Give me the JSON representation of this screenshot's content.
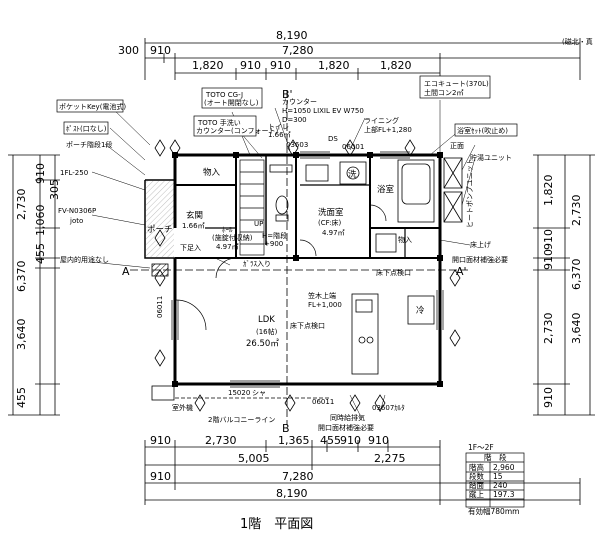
{
  "top_dims": {
    "overall": "8,190",
    "row2": [
      "300",
      "910",
      "7,280"
    ],
    "row3": [
      "1,820",
      "910",
      "910",
      "1,820",
      "1,820"
    ]
  },
  "bottom_dims": {
    "row1": [
      "910",
      "2,730",
      "1,365",
      "455",
      "910",
      "910"
    ],
    "row2": [
      "5,005",
      "2,275"
    ],
    "row3": [
      "910",
      "7,280"
    ],
    "overall": "8,190"
  },
  "left_dims": {
    "inner": [
      "910",
      "2,730",
      "1,060",
      "455",
      "3,640",
      "455"
    ],
    "overall": "6,370",
    "small": "305"
  },
  "right_dims": {
    "inner": [
      "1,820",
      "2,730",
      "910",
      "910",
      "2,730",
      "3,640",
      "910"
    ],
    "overall": "6,370"
  },
  "corner_note": "(磁北・真",
  "callouts": {
    "pocket_key": "ポケットKey(電池式)",
    "post": "ﾎﾟｽﾄ(口なし)",
    "porch_step": "ポーチ階段1段",
    "fl": "1FL-250",
    "fv": "FV-N0306P",
    "joto": "joto",
    "outdoor_tap": "屋内的用途なし",
    "toto_cg": "TOTO CG-J",
    "toto_cg_sub": "(オート開閉なし)",
    "toto_hand": "TOTO 手洗い",
    "toto_hand_sub": "カウンター(コンフォート)",
    "counter": "カウンター",
    "counter_h": "H=1050 LIXIL EV W750",
    "counter_d": "D=300",
    "toilet": "トイレ",
    "toilet_area": "1.66㎡",
    "vent1": "03603",
    "ds": "DS",
    "vent2": "06001",
    "lining": "ライニング",
    "lining_fl": "上部FL+1,280",
    "ecocute": "エコキュート(370L)",
    "ecocute_sub": "土間コン2㎡",
    "bath_mirror": "浴室ｾｯﾄ(吹止め)",
    "front": "正面",
    "hot_water": "貯湯ユニット",
    "heat_pump": "ヒートポンプユニット",
    "floor_raise": "床上げ",
    "opening_note": "開口面材補強必要",
    "storage": "物入",
    "entrance": "玄関",
    "entrance_area": "1.66㎡",
    "shoes": "ﾎｰﾙ",
    "shoes_sub": "(施錠付収納)",
    "hall_area": "4.97㎡",
    "porch": "ポーチ",
    "lower_shoes": "下足入",
    "up": "UP",
    "step": "H=階段",
    "step_h": "+900",
    "glass": "ｶﾞﾗｽ入り",
    "washroom": "洗面室",
    "washroom_sub": "(CF:床)",
    "washroom_area": "4.97㎡",
    "washer": "洗",
    "bath": "浴室",
    "storage2": "物入",
    "inspection": "床下点検口",
    "ldk": "LDK",
    "ldk_jo": "(16帖)",
    "ldk_area": "26.50㎡",
    "counter_top": "笠木上端",
    "counter_fl": "FL+1,000",
    "inspection2": "床下点検口",
    "fridge": "冷",
    "code_left": "06011",
    "code_b1": "15020",
    "code_b2": "シャ",
    "code_b3": "06011",
    "code_b4": "03607ｶﾙﾀ",
    "aircon_out": "室外機",
    "balcony": "2階バルコニーライン",
    "sync_vent": "同時給排気",
    "opening_note2": "開口面材補強必要",
    "mark_a": "A",
    "mark_a2": "A'",
    "mark_b": "B",
    "mark_b2": "B'"
  },
  "title": "1階　平面図",
  "stair_table": {
    "header": "1F～2F",
    "caption": "階　段",
    "rows": [
      {
        "k": "階高",
        "v": "2,960"
      },
      {
        "k": "段数",
        "v": "15"
      },
      {
        "k": "踏面",
        "v": "240"
      },
      {
        "k": "蹴上",
        "v": "197.3"
      }
    ],
    "note": "有効幅780mm"
  }
}
